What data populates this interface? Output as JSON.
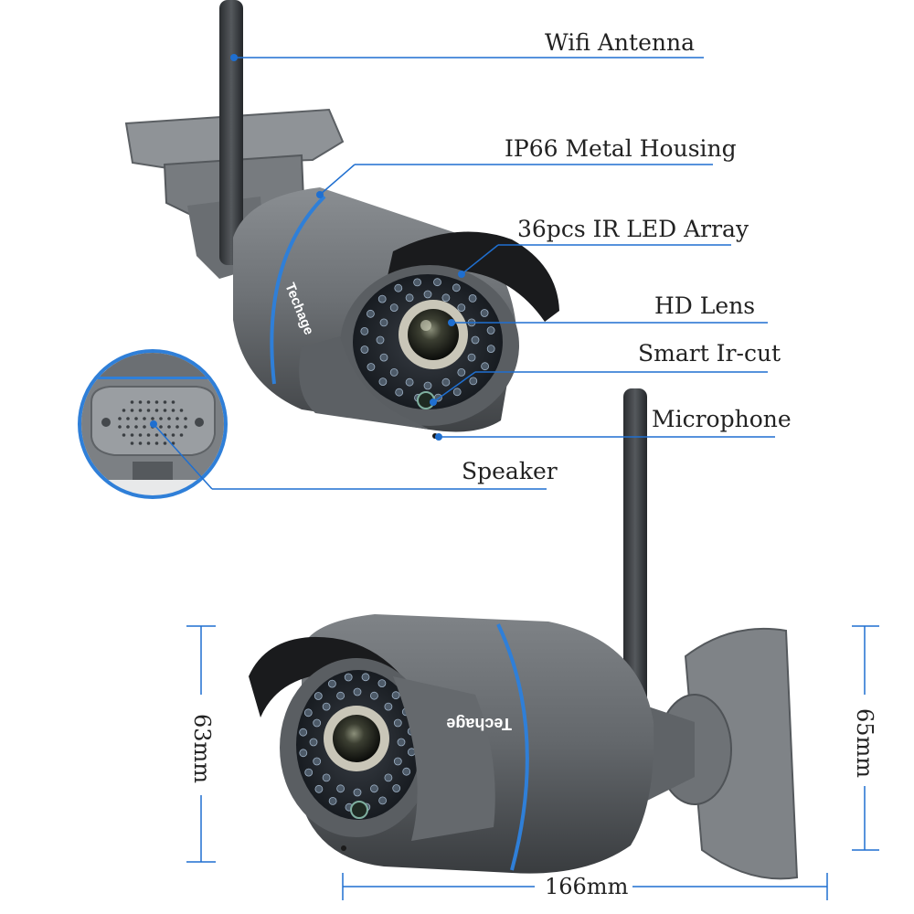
{
  "callouts": {
    "wifi_antenna": "Wifi Antenna",
    "metal_housing": "IP66 Metal Housing",
    "ir_led_array": "36pcs IR LED Array",
    "hd_lens": "HD Lens",
    "smart_ircut": "Smart Ir-cut",
    "microphone": "Microphone",
    "speaker": "Speaker"
  },
  "dimensions": {
    "height_front": "63mm",
    "height_mount": "65mm",
    "length": "166mm"
  },
  "brand": "Techage",
  "colors": {
    "accent": "#2f7fd8",
    "housing": "#6e7276",
    "housing_dark": "#3c3f42",
    "led": "#1b2430"
  }
}
